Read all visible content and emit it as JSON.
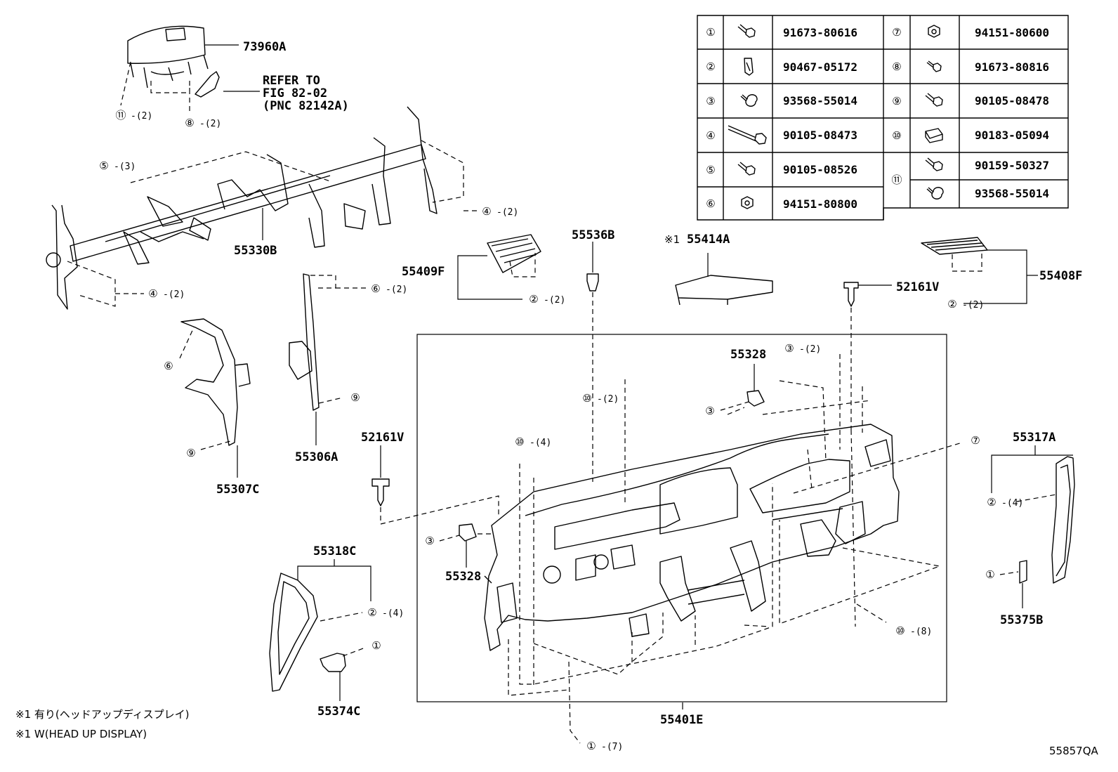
{
  "diagram_id": "55857QA",
  "fastener_table": [
    {
      "ref": "1",
      "part": "91673-80616",
      "icon": "flange-bolt-icon"
    },
    {
      "ref": "2",
      "part": "90467-05172",
      "icon": "clip-icon"
    },
    {
      "ref": "3",
      "part": "93568-55014",
      "icon": "screw-icon"
    },
    {
      "ref": "4",
      "part": "90105-08473",
      "icon": "long-bolt-icon"
    },
    {
      "ref": "5",
      "part": "90105-08526",
      "icon": "flange-bolt-icon"
    },
    {
      "ref": "6",
      "part": "94151-80800",
      "icon": "nut-icon"
    },
    {
      "ref": "7",
      "part": "94151-80600",
      "icon": "nut-icon"
    },
    {
      "ref": "8",
      "part": "91673-80816",
      "icon": "small-bolt-icon"
    },
    {
      "ref": "9",
      "part": "90105-08478",
      "icon": "flange-bolt-icon"
    },
    {
      "ref": "10",
      "part": "90183-05094",
      "icon": "u-nut-icon"
    },
    {
      "ref": "11a",
      "part": "90159-50327",
      "icon": "flange-bolt-icon"
    },
    {
      "ref": "11b",
      "part": "93568-55014",
      "icon": "screw-icon"
    }
  ],
  "table_refs": {
    "r1": "①",
    "r2": "②",
    "r3": "③",
    "r4": "④",
    "r5": "⑤",
    "r6": "⑥",
    "r7": "⑦",
    "r8": "⑧",
    "r9": "⑨",
    "r10": "⑩",
    "r11": "⑪"
  },
  "parts": {
    "p73960A": "73960A",
    "refer1": "REFER TO",
    "refer2": "FIG 82-02",
    "refer3": "(PNC 82142A)",
    "p55330B": "55330B",
    "p55536B": "55536B",
    "p55414A": "55414A",
    "p55414A_mark": "※1",
    "p55409F": "55409F",
    "p55408F": "55408F",
    "p52161V_a": "52161V",
    "p52161V_b": "52161V",
    "p55328_a": "55328",
    "p55328_b": "55328",
    "p55317A": "55317A",
    "p55306A": "55306A",
    "p55307C": "55307C",
    "p55318C": "55318C",
    "p55374C": "55374C",
    "p55375B": "55375B",
    "p55401E": "55401E"
  },
  "callouts": {
    "c11": "⑪",
    "q11": "-(2)",
    "c8": "⑧",
    "q8": "-(2)",
    "c5": "⑤",
    "q5": "-(3)",
    "c4a": "④",
    "q4a": "-(2)",
    "c4b": "④",
    "q4b": "-(2)",
    "c6a": "⑥",
    "q6a": "-(2)",
    "c6b": "⑥",
    "c2a": "②",
    "q2a": "-(2)",
    "c2b": "②",
    "q2b": "-(2)",
    "c9a": "⑨",
    "c9b": "⑨",
    "c10a": "⑩",
    "q10a": "-(2)",
    "c10b": "⑩",
    "q10b": "-(4)",
    "c10c": "⑩",
    "q10c": "-(8)",
    "c3a": "③",
    "q3a": "-(2)",
    "c3b": "③",
    "c3c": "③",
    "c7": "⑦",
    "c2c": "②",
    "q2c": "-(4)",
    "c2d": "②",
    "q2d": "-(4)",
    "c1a": "①",
    "c1b": "①",
    "c1c": "①",
    "q1c": "-(7)"
  },
  "notes": {
    "n1": "※1 有り(ヘッドアップディスプレイ)",
    "n2": "※1 W(HEAD UP DISPLAY)"
  }
}
